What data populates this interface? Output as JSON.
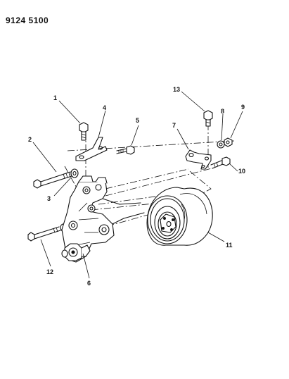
{
  "doc_code": "9124 5100",
  "callouts": [
    "1",
    "2",
    "3",
    "4",
    "5",
    "6",
    "7",
    "8",
    "9",
    "10",
    "11",
    "12",
    "13"
  ]
}
